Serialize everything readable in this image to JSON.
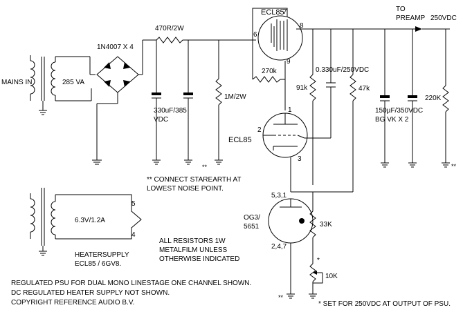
{
  "labels": {
    "mains_in": "MAINS IN",
    "xfmr_va": "285 VA",
    "rectifier": "1N4007 X 4",
    "r_series": "470R/2W",
    "cap1": "330uF/385",
    "cap1_b": "VDC",
    "r_bleed": "1M/2W",
    "ecl85_top": "ECL85",
    "ecl85_bottom": "ECL85",
    "pin7": "7",
    "pin6": "6",
    "pin8": "8",
    "pin9": "9",
    "pin1": "1",
    "pin2": "2",
    "pin3": "3",
    "r_fb": "270k",
    "r_91k": "91k",
    "cap_coupling": "0.330uF/250VDC",
    "r_47k": "47k",
    "to_preamp_1": "TO",
    "to_preamp_2": "PREAMP",
    "out_voltage": "250VDC",
    "cap_out": "150µF/350VDC",
    "cap_out_b": "BG VK  X 2",
    "r_220k": "220K",
    "star_note_1": "** CONNECT STAREARTH AT",
    "star_note_2": "LOWEST NOISE POINT.",
    "heater_va": "6.3V/1.2A",
    "heater_pin5": "5",
    "heater_pin4": "4",
    "heater_caption_1": "HEATERSUPPLY",
    "heater_caption_2": "ECL85 / 6GV8.",
    "resistor_note_1": "ALL RESISTORS 1W",
    "resistor_note_2": "METALFILM UNLESS",
    "resistor_note_3": "OTHERWISE INDICATED",
    "og3_pins_top": "5,3,1",
    "og3_name_1": "OG3/",
    "og3_name_2": "5651",
    "og3_pins_bottom": "2,4,7",
    "r_33k": "33K",
    "pot_10k": "10K",
    "pot_star": "*",
    "star_ground_a": "**",
    "star_ground_b": "**",
    "star_ground_c": "**",
    "footer_1": "REGULATED PSU FOR DUAL MONO LINESTAGE ONE CHANNEL SHOWN.",
    "footer_2": "DC REGULATED HEATER SUPPLY NOT SHOWN.",
    "footer_3": "COPYRIGHT REFERENCE AUDIO B.V.",
    "set_note": "* SET FOR 250VDC AT OUTPUT OF PSU."
  }
}
